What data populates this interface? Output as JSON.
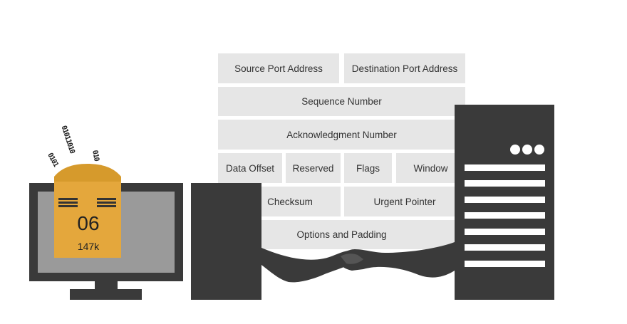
{
  "header_fields": {
    "source_port": "Source Port Address",
    "destination_port": "Destination Port Address",
    "sequence_number": "Sequence Number",
    "acknowledgment_number": "Acknowledgment Number",
    "data_offset": "Data Offset",
    "reserved": "Reserved",
    "flags": "Flags",
    "window": "Window",
    "checksum": "Checksum",
    "urgent_pointer": "Urgent Pointer",
    "options_padding": "Options and Padding"
  },
  "packet": {
    "protocol_number": "06",
    "size": "147k",
    "bits": [
      "0101",
      "01011010",
      "010"
    ]
  },
  "colors": {
    "field_bg": "#e6e6e6",
    "device_dark": "#3a3a3a",
    "screen": "#9a9a9a",
    "envelope": "#e4a73c"
  },
  "icons": [
    "computer-monitor-icon",
    "envelope-packet-icon",
    "server-tower-icon",
    "handshake-icon"
  ]
}
